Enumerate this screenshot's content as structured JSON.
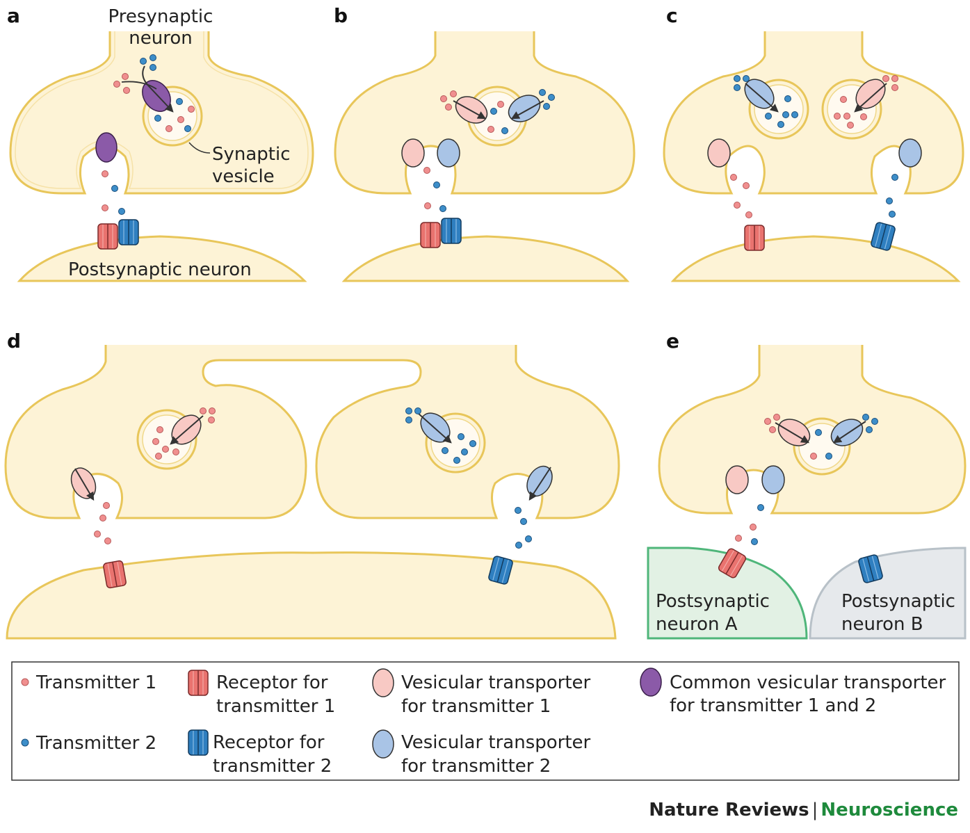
{
  "panels": {
    "a": {
      "letter": "a",
      "presynaptic": [
        "Presynaptic",
        "neuron"
      ],
      "vesicle": [
        "Synaptic",
        "vesicle"
      ],
      "postsynaptic": "Postsynaptic neuron"
    },
    "b": {
      "letter": "b"
    },
    "c": {
      "letter": "c"
    },
    "d": {
      "letter": "d"
    },
    "e": {
      "letter": "e",
      "neuron_a": [
        "Postsynaptic",
        "neuron A"
      ],
      "neuron_b": [
        "Postsynaptic",
        "neuron B"
      ]
    }
  },
  "legend": {
    "transmitter1": "Transmitter 1",
    "transmitter2": "Transmitter 2",
    "receptor1": [
      "Receptor for",
      "transmitter 1"
    ],
    "receptor2": [
      "Receptor for",
      "transmitter 2"
    ],
    "vt1": [
      "Vesicular transporter",
      "for transmitter 1"
    ],
    "vt2": [
      "Vesicular transporter",
      "for transmitter 2"
    ],
    "common": [
      "Common vesicular transporter",
      "for transmitter 1 and 2"
    ]
  },
  "footer": {
    "journal": "Nature Reviews",
    "separator": "|",
    "section": "Neuroscience"
  },
  "colors": {
    "cell_fill": "#fdf3d6",
    "cell_stroke": "#e8c65a",
    "t1": "#f08f8f",
    "t2": "#3d8ec9",
    "vt1": "#f8c9c4",
    "vt2": "#a9c4e6",
    "common": "#8b5aa8",
    "rec1": "#e9736f",
    "rec2": "#2f7fc0",
    "neuron_a": "#e2f1e4",
    "neuron_b": "#e6e9ec"
  }
}
